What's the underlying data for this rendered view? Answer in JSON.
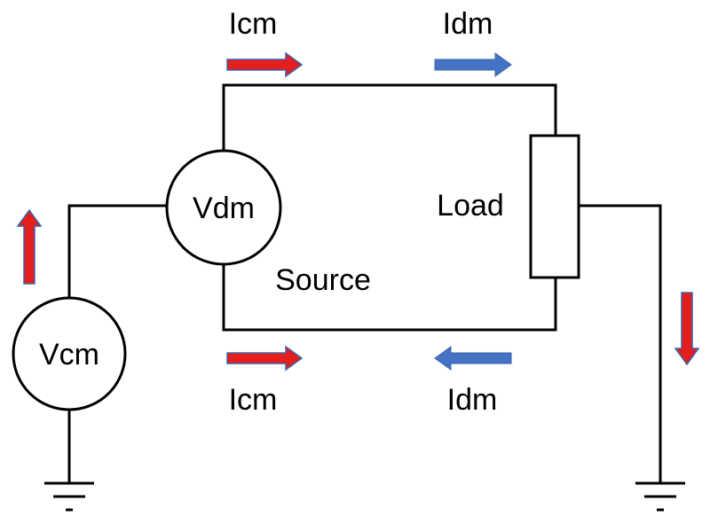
{
  "labels": {
    "icm_top": "Icm",
    "idm_top": "Idm",
    "icm_bottom": "Icm",
    "idm_bottom": "Idm",
    "vdm": "Vdm",
    "vcm": "Vcm",
    "load": "Load",
    "source": "Source"
  },
  "colors": {
    "common_mode_arrow": "#e41d1d",
    "common_mode_outline": "#3a63ad",
    "differential_mode_arrow": "#4472c4",
    "wire": "#000000"
  }
}
